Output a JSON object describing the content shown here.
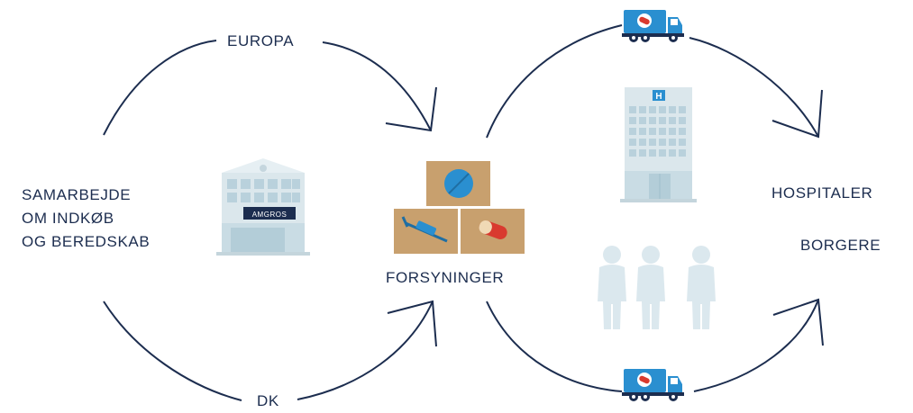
{
  "labels": {
    "left_lines": [
      "SAMARBEJDE",
      "OM INDKØB",
      "OG BEREDSKAB"
    ],
    "europa": "EUROPA",
    "dk": "DK",
    "forsyninger": "FORSYNINGER",
    "hospitaler": "HOSPITALER",
    "borgere": "BORGERE",
    "amgros_sign": "AMGROS",
    "hospital_sign": "H"
  },
  "icons": [
    "amgros-building-icon",
    "supply-boxes-icon",
    "pill-icon",
    "syringe-icon",
    "capsule-icon",
    "hospital-building-icon",
    "truck-icon",
    "people-icon",
    "arrow-icon"
  ],
  "colors": {
    "line": "#1c2d4f",
    "box": "#c8a06e",
    "accent_blue": "#2a8fd0",
    "accent_red": "#d93a2f",
    "building": "#dbe7ec",
    "people": "#dbe8ee"
  }
}
